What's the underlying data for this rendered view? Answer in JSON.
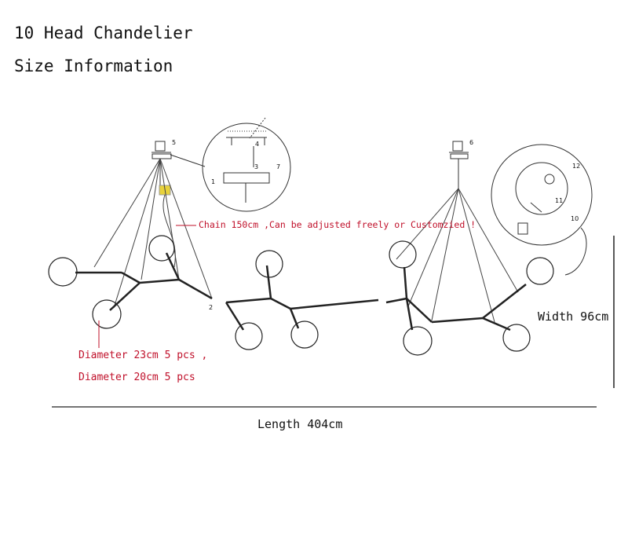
{
  "header": {
    "title": "10 Head Chandelier",
    "subtitle": "Size Information"
  },
  "annotations": {
    "chain": "Chain 150cm ,Can be adjusted freely or Customzied !",
    "diameter_1": "Diameter 23cm 5 pcs ,",
    "diameter_2": "Diameter 20cm 5 pcs",
    "width": "Width 96cm",
    "length": "Length 404cm"
  },
  "callout_numbers": {
    "n1": "1",
    "n2": "2",
    "n3": "3",
    "n4": "4",
    "n5": "5",
    "n6": "6",
    "n7": "7",
    "n10": "10",
    "n11": "11",
    "n12": "12"
  },
  "colors": {
    "annotation": "#c0102a",
    "line": "#222222",
    "highlight": "#e8d23a"
  }
}
